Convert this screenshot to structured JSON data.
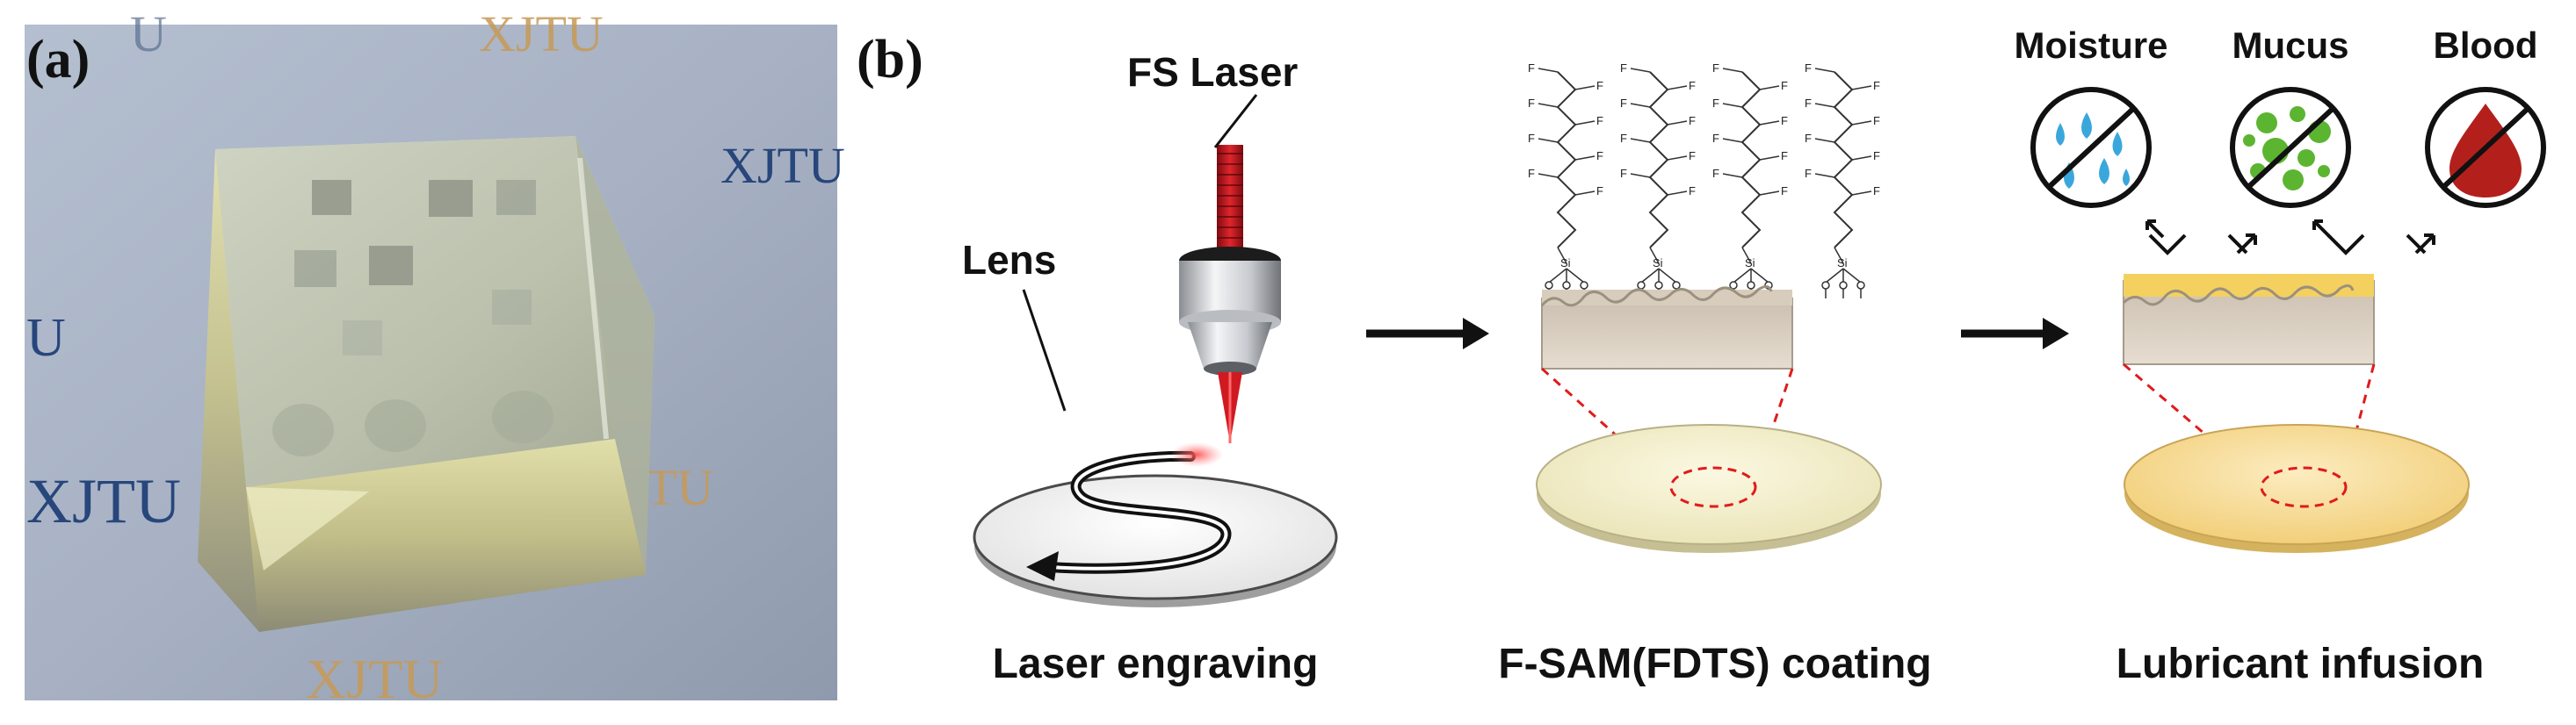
{
  "panel_a": {
    "label": "(a)",
    "background_words": [
      "XJTU",
      "U",
      "XJTU",
      "XJTU",
      "TU",
      "TU",
      "XJTU",
      "U"
    ]
  },
  "panel_b": {
    "label": "(b)",
    "laser_label": "FS Laser",
    "lens_label": "Lens",
    "hazards": [
      "Moisture",
      "Mucus",
      "Blood"
    ],
    "steps": [
      "Laser engraving",
      "F-SAM(FDTS) coating",
      "Lubricant infusion"
    ],
    "fdts_chain_atoms": [
      "F",
      "Si",
      "O"
    ]
  },
  "colors": {
    "laser_red": "#c8161d",
    "dashed_red": "#e01b1b",
    "moisture_blue": "#3aa7dc",
    "mucus_green": "#5cb531",
    "blood_red": "#b3201c",
    "coated_disc": "#f3efc8",
    "lubricant_disc": "#f7dc93",
    "lubricant_layer": "#f4d15f",
    "substrate": "#d9cdbd"
  }
}
